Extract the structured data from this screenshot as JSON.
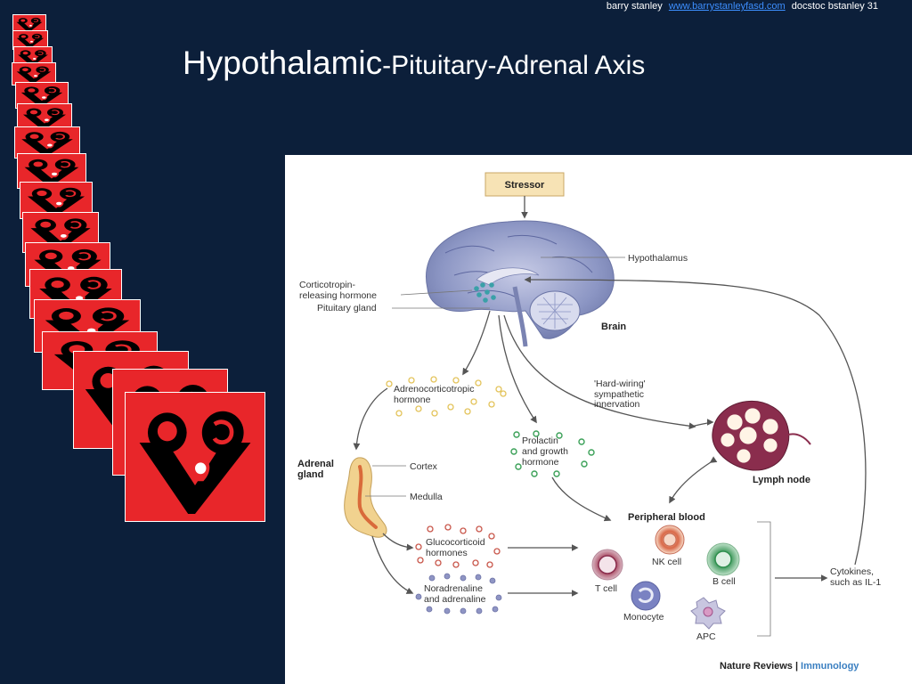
{
  "header": {
    "author": "barry stanley",
    "link": "www.barrystanleyfasd.com",
    "tail": "docstoc  bstanley 31"
  },
  "title": {
    "main": "Hypothalamic",
    "rest": "-Pituitary-Adrenal Axis"
  },
  "logo": {
    "icon": "fasd-logo-icon",
    "color": "#e8262a"
  },
  "diagram": {
    "stressor": "Stressor",
    "hypothalamus": "Hypothalamus",
    "crh_line1": "Corticotropin-",
    "crh_line2": "releasing hormone",
    "pituitary": "Pituitary gland",
    "brain": "Brain",
    "acth_line1": "Adrenocorticotropic",
    "acth_line2": "hormone",
    "hardwiring_line1": "'Hard-wiring'",
    "hardwiring_line2": "sympathetic",
    "hardwiring_line3": "innervation",
    "adrenal_line1": "Adrenal",
    "adrenal_line2": "gland",
    "cortex": "Cortex",
    "medulla": "Medulla",
    "prolactin_line1": "Prolactin",
    "prolactin_line2": "and growth",
    "prolactin_line3": "hormone",
    "lymph_node": "Lymph node",
    "peripheral_blood": "Peripheral blood",
    "gluco_line1": "Glucocorticoid",
    "gluco_line2": "hormones",
    "nora_line1": "Noradrenaline",
    "nora_line2": "and adrenaline",
    "nk_cell": "NK cell",
    "t_cell": "T cell",
    "b_cell": "B cell",
    "monocyte": "Monocyte",
    "apc": "APC",
    "cytokines_line1": "Cytokines,",
    "cytokines_line2": "such as IL-1"
  },
  "credit": {
    "source": "Nature Reviews",
    "journal": "Immunology"
  },
  "colors": {
    "background": "#0c1f3a",
    "brain": "#8c96c4",
    "stressor_box": "#f7e3b5",
    "adrenal": "#f1d28f",
    "medulla": "#d96a3a",
    "hormone_dot_yellow": "#e3c35a",
    "hormone_dot_green": "#3aa057",
    "hormone_dot_red": "#c8564a",
    "hormone_dot_blue": "#8f95c4",
    "link": "#3d8fff"
  }
}
